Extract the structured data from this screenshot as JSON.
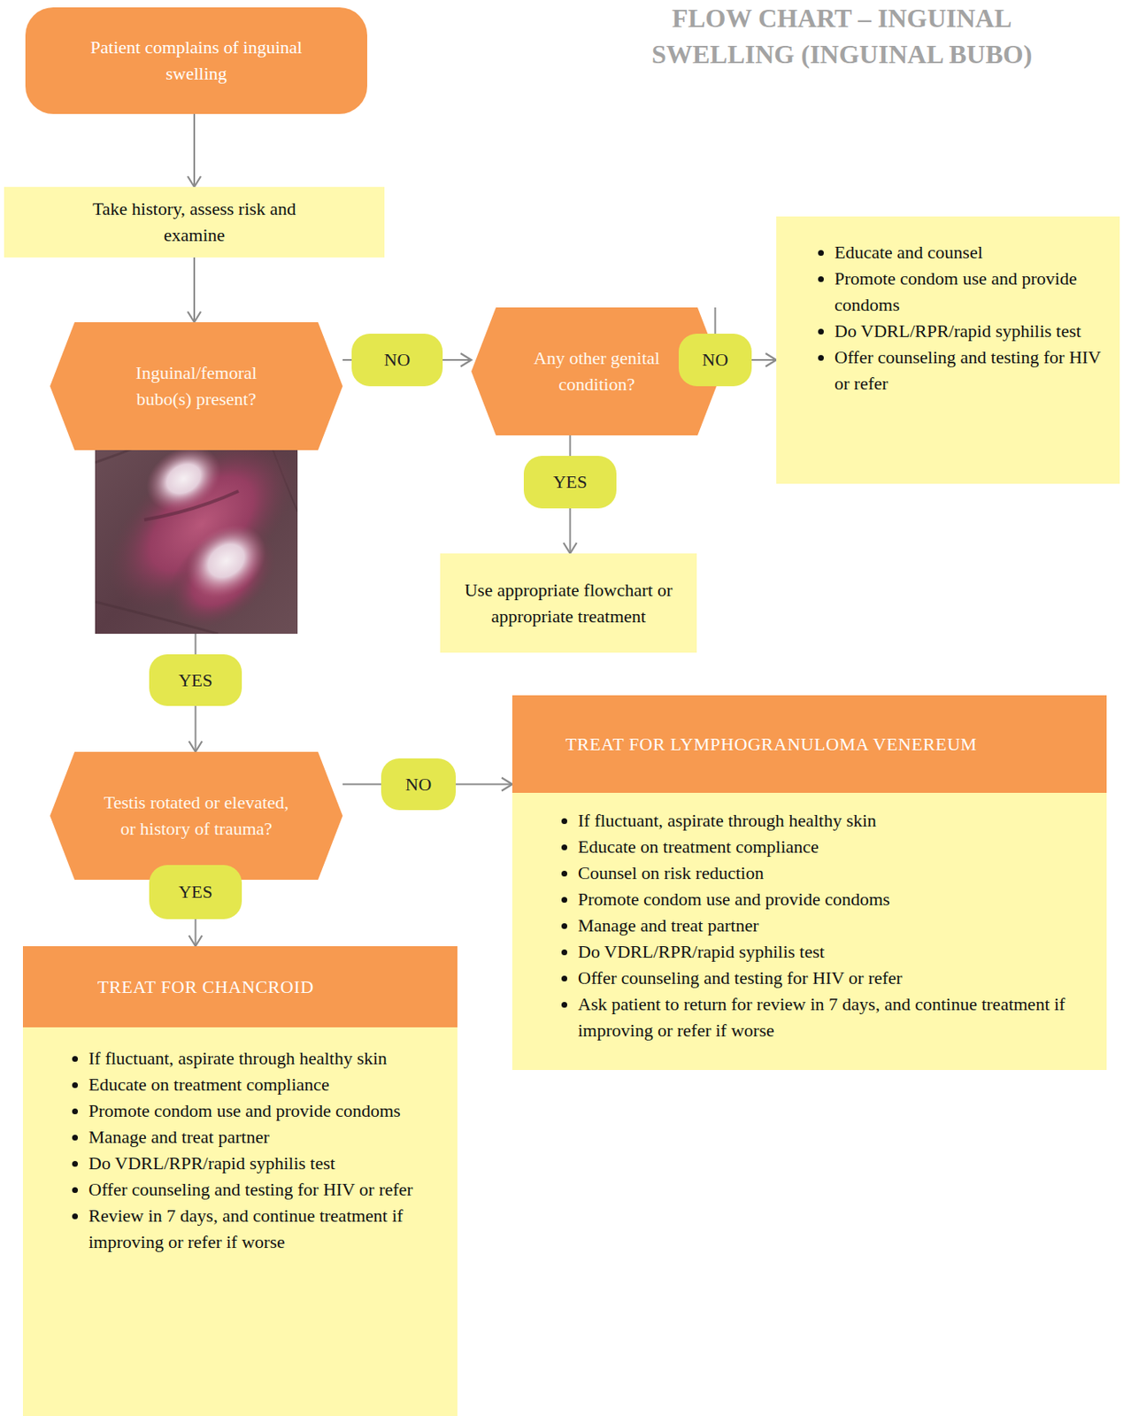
{
  "diagram": {
    "title": "FLOW CHART – INGUINAL SWELLING (INGUINAL BUBO)",
    "nodes": [
      {
        "text": [
          "Patient complains of inguinal swelling"
        ]
      },
      {
        "text": [
          "Take history, assess risk and examine"
        ]
      },
      {
        "text": [
          "Inguinal/femoral bubo(s) present?"
        ]
      },
      {
        "text": [
          "NO"
        ]
      },
      {
        "text": [
          "Any other genital condition?"
        ]
      },
      {
        "text": [
          "NO"
        ]
      },
      {
        "text": [
          "Educate and counsel",
          "Promote condom use and provide condoms",
          "Do VDRL/RPR/rapid syphilis test",
          "Offer counseling and testing for HIV or refer"
        ]
      },
      {
        "text": [
          "YES"
        ]
      },
      {
        "text": [
          "Use appropriate flowchart or appropriate treatment"
        ]
      },
      {
        "text": [
          "YES"
        ]
      },
      {
        "text": [
          "Testis rotated or elevated, or history of trauma?"
        ]
      },
      {
        "text": [
          "NO"
        ]
      },
      {
        "text": [
          "TREAT FOR LYMPHOGRANULOMA VENEREUM",
          "If fluctuant, aspirate through healthy skin",
          "Educate on treatment compliance",
          "Counsel on risk reduction",
          "Promote condom use and provide condoms",
          "Manage and treat partner",
          "Do VDRL/RPR/rapid syphilis test",
          "Offer counseling and testing for HIV or refer",
          "Ask patient to return for review in 7 days, and continue treatment if improving or refer if worse"
        ]
      },
      {
        "text": [
          "YES"
        ]
      },
      {
        "text": [
          "TREAT FOR CHANCROID",
          "If fluctuant, aspirate through healthy skin",
          "Educate on treatment compliance",
          "Promote condom use and provide condoms",
          "Manage and treat partner",
          "Do VDRL/RPR/rapid syphilis test",
          "Offer counseling and testing for HIV or refer",
          "Review in 7 days, and continue treatment if improving or refer if worse"
        ]
      }
    ],
    "edges": [
      {
        "from": 0,
        "to": 1,
        "arrow": "to"
      },
      {
        "from": 1,
        "to": 2,
        "arrow": "to"
      },
      {
        "from": 2,
        "to": 3,
        "arrow": "none"
      },
      {
        "from": 3,
        "to": 4,
        "arrow": "to"
      },
      {
        "from": 4,
        "to": 5,
        "arrow": "none"
      },
      {
        "from": 5,
        "to": 6,
        "arrow": "to"
      },
      {
        "from": 4,
        "to": 7,
        "arrow": "none"
      },
      {
        "from": 7,
        "to": 8,
        "arrow": "to"
      },
      {
        "from": 2,
        "to": 9,
        "arrow": "none"
      },
      {
        "from": 9,
        "to": 10,
        "arrow": "to"
      },
      {
        "from": 10,
        "to": 11,
        "arrow": "none"
      },
      {
        "from": 11,
        "to": 12,
        "arrow": "to"
      },
      {
        "from": 10,
        "to": 13,
        "arrow": "none"
      },
      {
        "from": 13,
        "to": 14,
        "arrow": "to"
      }
    ]
  }
}
